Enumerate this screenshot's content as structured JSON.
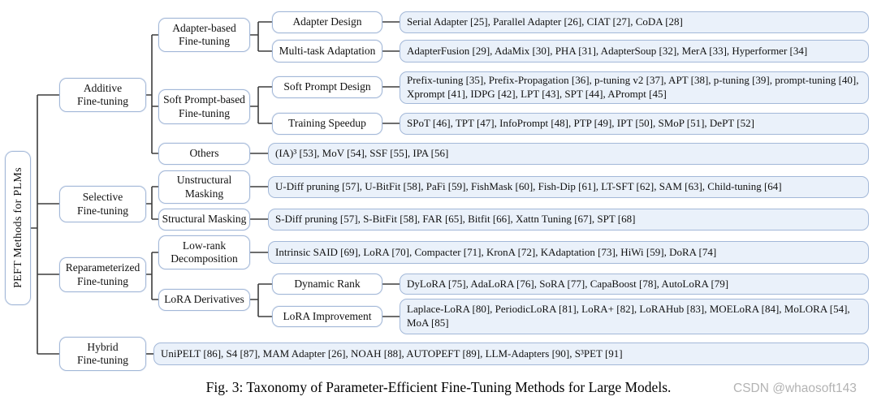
{
  "colors": {
    "box_border": "#a3b8d8",
    "leaf_fill": "#eaf1fa",
    "node_fill": "#ffffff",
    "line": "#3d3d3d",
    "text": "#111111",
    "watermark": "#b3b3b3"
  },
  "nodes": {
    "root": "PEFT Methods for PLMs",
    "additive": "Additive\nFine-tuning",
    "selective": "Selective\nFine-tuning",
    "reparameterized": "Reparameterized\nFine-tuning",
    "hybrid": "Hybrid\nFine-tuning",
    "adapter_based": "Adapter-based\nFine-tuning",
    "soft_prompt_based": "Soft Prompt-based\nFine-tuning",
    "others": "Others",
    "unstructural_masking": "Unstructural\nMasking",
    "structural_masking": "Structural Masking",
    "low_rank_decomposition": "Low-rank\nDecomposition",
    "lora_derivatives": "LoRA Derivatives",
    "adapter_design": "Adapter Design",
    "multi_task_adaptation": "Multi-task Adaptation",
    "soft_prompt_design": "Soft Prompt Design",
    "training_speedup": "Training Speedup",
    "dynamic_rank": "Dynamic Rank",
    "lora_improvement": "LoRA Improvement"
  },
  "leaves": {
    "adapter_design": "Serial Adapter [25], Parallel Adapter [26], CIAT [27], CoDA [28]",
    "multi_task_adaptation": "AdapterFusion [29], AdaMix [30], PHA [31], AdapterSoup [32], MerA [33], Hyperformer [34]",
    "soft_prompt_design": "Prefix-tuning [35], Prefix-Propagation [36], p-tuning v2 [37], APT [38], p-tuning [39], prompt-tuning [40], Xprompt [41], IDPG [42], LPT [43], SPT [44], APrompt [45]",
    "training_speedup": "SPoT [46], TPT [47], InfoPrompt [48], PTP [49], IPT [50], SMoP [51], DePT [52]",
    "others": "(IA)³ [53], MoV [54], SSF [55], IPA [56]",
    "unstructural_masking": "U-Diff pruning [57], U-BitFit [58], PaFi [59], FishMask [60], Fish-Dip [61], LT-SFT [62], SAM [63], Child-tuning [64]",
    "structural_masking": "S-Diff pruning [57], S-BitFit [58], FAR [65], Bitfit [66], Xattn Tuning [67], SPT [68]",
    "low_rank_decomposition": "Intrinsic SAID [69], LoRA [70], Compacter [71], KronA [72], KAdaptation [73], HiWi [59], DoRA [74]",
    "dynamic_rank": "DyLoRA [75], AdaLoRA [76], SoRA [77], CapaBoost [78], AutoLoRA [79]",
    "lora_improvement": "Laplace-LoRA [80], PeriodicLoRA [81], LoRA+ [82], LoRAHub [83], MOELoRA [84], MoLORA [54], MoA [85]",
    "hybrid": "UniPELT [86], S4 [87], MAM Adapter [26], NOAH [88], AUTOPEFT [89], LLM-Adapters [90], S³PET [91]"
  },
  "caption": {
    "text": "Fig. 3: Taxonomy of Parameter-Efficient Fine-Tuning Methods for Large Models.",
    "watermark": "CSDN @whaosoft143"
  }
}
